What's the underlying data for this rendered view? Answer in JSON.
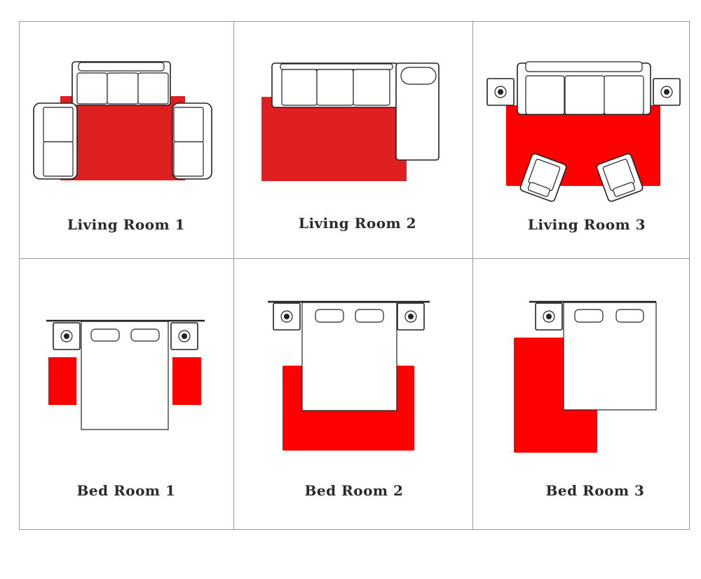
{
  "title": "Rug placement guide",
  "colors": {
    "rug_dark": "#dd1f1f",
    "rug_bright": "#ff0000",
    "grid": "#999999"
  },
  "cells": [
    {
      "label": "Living Room 1"
    },
    {
      "label": "Living Room 2"
    },
    {
      "label": "Living Room 3"
    },
    {
      "label": "Bed Room 1"
    },
    {
      "label": "Bed Room 2"
    },
    {
      "label": "Bed Room 3"
    }
  ]
}
